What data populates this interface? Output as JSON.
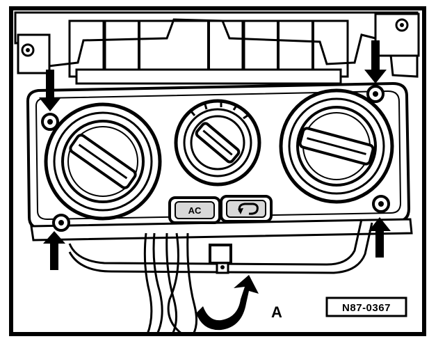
{
  "diagram": {
    "buttons": {
      "ac_label": "AC",
      "recirc_icon": "recirculation-arrow-icon"
    },
    "callouts": {
      "a_label": "A"
    },
    "reference": {
      "code": "N87-0367"
    },
    "arrows": {
      "count": 4,
      "icon": "arrow-icon"
    },
    "colors": {
      "ink": "#000000",
      "paper": "#ffffff",
      "button_fill": "#d8d8d8"
    }
  }
}
